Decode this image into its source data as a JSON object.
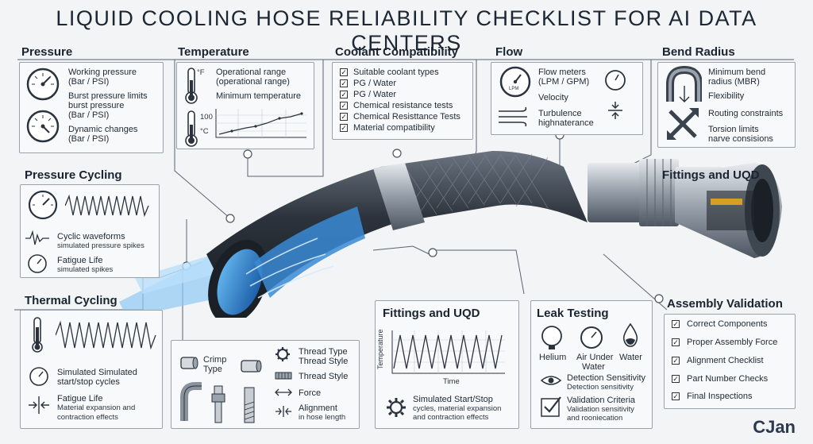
{
  "title": "LIQUID COOLING HOSE RELIABILITY CHECKLIST FOR AI DATA CENTERS",
  "pressure": {
    "heading": "Pressure",
    "items": [
      "Working pressure",
      "(Bar / PSI)",
      "Burst pressure limits",
      "burst pressure",
      "(Bar / PSI)",
      "Dynamic changes",
      "(Bar / PSI)"
    ]
  },
  "temperature": {
    "heading": "Temperature",
    "unit_f": "°F",
    "unit_c": "°C",
    "scale_100": "100",
    "items": [
      "Operational range",
      "(operational range)",
      "Minimum temperature"
    ]
  },
  "coolant": {
    "heading": "Coolant Compatibility",
    "items": [
      "Suitable coolant types",
      "PG / Water",
      "PG / Water",
      "Chemical resistance tests",
      "Chemical Resisttance Tests",
      "Material compatibility"
    ]
  },
  "flow": {
    "heading": "Flow",
    "gauge_label": "LPM",
    "items": [
      "Flow meters",
      "(LPM / GPM)",
      "Velocity",
      "Turbulence",
      "highnaterance"
    ]
  },
  "bend": {
    "heading": "Bend Radius",
    "items": [
      "Minimum bend",
      "radius (MBR)",
      "Flexibility",
      "Routing constraints",
      "Torsion limits",
      "narve consisions"
    ]
  },
  "pressure_cycling": {
    "heading": "Pressure Cycling",
    "items": [
      "Cyclic waveforms",
      "simulated pressure spikes",
      "Fatigue Life",
      "simulated spikes"
    ]
  },
  "fittings_top": {
    "heading": "Fittings and UQD"
  },
  "thermal_cycling": {
    "heading": "Thermal Cycling",
    "items": [
      "Simulated Simulated",
      "start/stop cycles",
      "Fatigue Life",
      "Material expansion and",
      "contraction effects"
    ]
  },
  "crimp": {
    "items": [
      "Crimp",
      "Type",
      "Thread Type",
      "Thread Style",
      "Thread Style",
      "Force",
      "Alignment",
      "in hose length"
    ]
  },
  "fittings_bottom": {
    "heading": "Fittings and UQD",
    "chart_ylabel": "Temperature",
    "chart_xlabel": "Time",
    "items": [
      "Simulated Start/Stop",
      "cycles, material expansion",
      "and contraction effects"
    ]
  },
  "leak": {
    "heading": "Leak Testing",
    "labels": [
      "Helium",
      "Air Under",
      "Water",
      "Water"
    ],
    "items": [
      "Detection Sensitivity",
      "Detection sensitivity",
      "Validation Criteria",
      "Validation sensitivity",
      "and rooniecation"
    ]
  },
  "assembly": {
    "heading": "Assembly Validation",
    "items": [
      "Correct Components",
      "Proper Assembly Force",
      "Alignment Checklist",
      "Part Number Checks",
      "Final Inspections"
    ]
  },
  "logo": "CJan"
}
